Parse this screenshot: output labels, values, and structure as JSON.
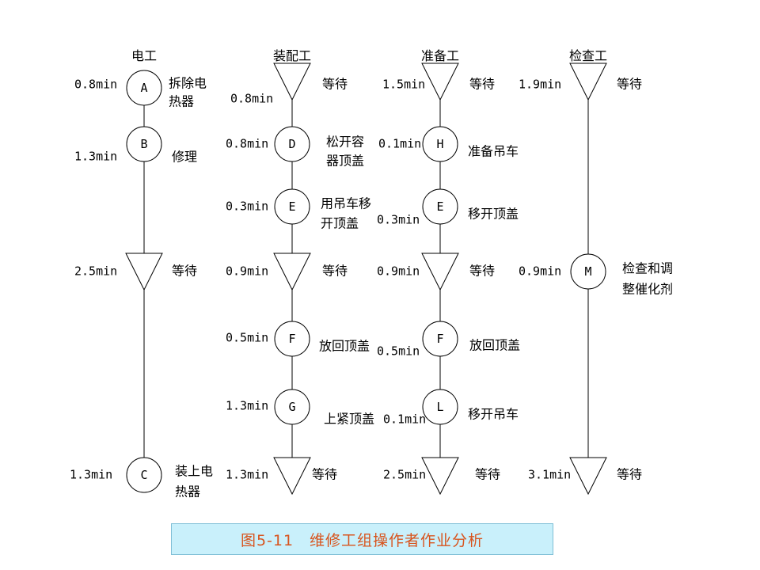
{
  "columns": [
    {
      "header": "电工",
      "elements": [
        {
          "kind": "op",
          "id": "A",
          "time": "0.8min",
          "label": [
            "拆除电",
            "热器"
          ]
        },
        {
          "kind": "op",
          "id": "B",
          "time": "1.3min",
          "label": [
            "修理"
          ]
        },
        {
          "kind": "wait",
          "time": "2.5min",
          "label": [
            "等待"
          ]
        },
        {
          "kind": "op",
          "id": "C",
          "time": "1.3min",
          "label": [
            "装上电",
            "热器"
          ]
        }
      ]
    },
    {
      "header": "装配工",
      "elements": [
        {
          "kind": "wait",
          "time": "0.8min",
          "label": [
            "等待"
          ]
        },
        {
          "kind": "op",
          "id": "D",
          "time": "0.8min",
          "label": [
            "松开容",
            "器顶盖"
          ]
        },
        {
          "kind": "op",
          "id": "E",
          "time": "0.3min",
          "label": [
            "用吊车移",
            "开顶盖"
          ]
        },
        {
          "kind": "wait",
          "time": "0.9min",
          "label": [
            "等待"
          ]
        },
        {
          "kind": "op",
          "id": "F",
          "time": "0.5min",
          "label": [
            "放回顶盖"
          ]
        },
        {
          "kind": "op",
          "id": "G",
          "time": "1.3min",
          "label": [
            "上紧顶盖"
          ]
        },
        {
          "kind": "wait",
          "time": "1.3min",
          "label": [
            "等待"
          ]
        }
      ]
    },
    {
      "header": "准备工",
      "elements": [
        {
          "kind": "wait",
          "time": "1.5min",
          "label": [
            "等待"
          ]
        },
        {
          "kind": "op",
          "id": "H",
          "time": "0.1min",
          "label": [
            "准备吊车"
          ]
        },
        {
          "kind": "op",
          "id": "E",
          "time": "0.3min",
          "label": [
            "移开顶盖"
          ]
        },
        {
          "kind": "wait",
          "time": "0.9min",
          "label": [
            "等待"
          ]
        },
        {
          "kind": "op",
          "id": "F",
          "time": "0.5min",
          "label": [
            "放回顶盖"
          ]
        },
        {
          "kind": "op",
          "id": "L",
          "time": "0.1min",
          "label": [
            "移开吊车"
          ]
        },
        {
          "kind": "wait",
          "time": "2.5min",
          "label": [
            "等待"
          ]
        }
      ]
    },
    {
      "header": "检查工",
      "elements": [
        {
          "kind": "wait",
          "time": "1.9min",
          "label": [
            "等待"
          ]
        },
        {
          "kind": "op",
          "id": "M",
          "time": "0.9min",
          "label": [
            "检查和调",
            "整催化剂"
          ]
        },
        {
          "kind": "wait",
          "time": "3.1min",
          "label": [
            "等待"
          ]
        }
      ]
    }
  ],
  "caption": "图5-11　维修工组操作者作业分析"
}
